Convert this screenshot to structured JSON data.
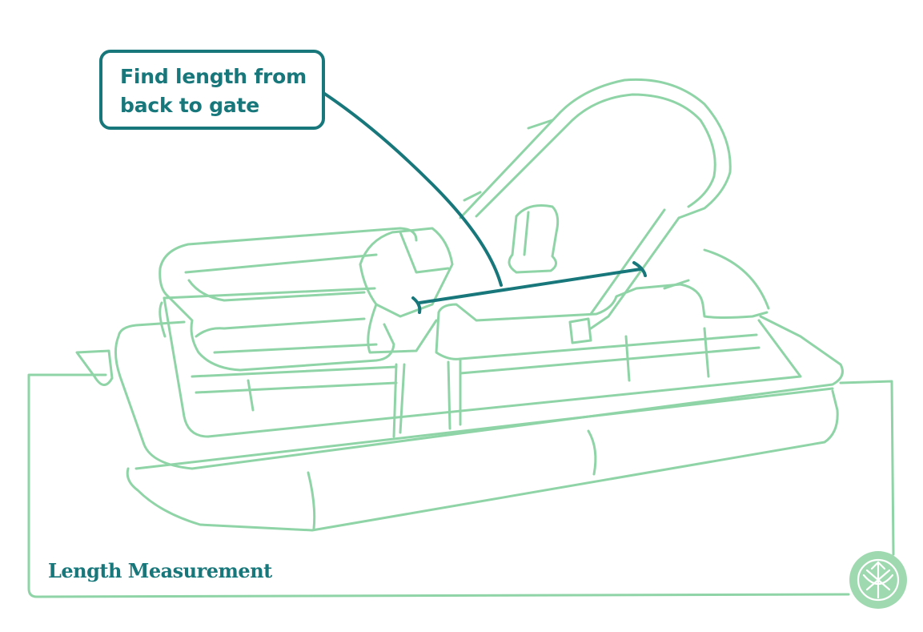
{
  "callout": {
    "line1": "Find length from",
    "line2": "back to gate"
  },
  "caption": "Length Measurement",
  "icons": {
    "badge": "anchor-trident-emblem-icon"
  },
  "colors": {
    "outline": "#8fd4a6",
    "accent": "#17777a",
    "badge_fill": "#9fd9b0"
  }
}
